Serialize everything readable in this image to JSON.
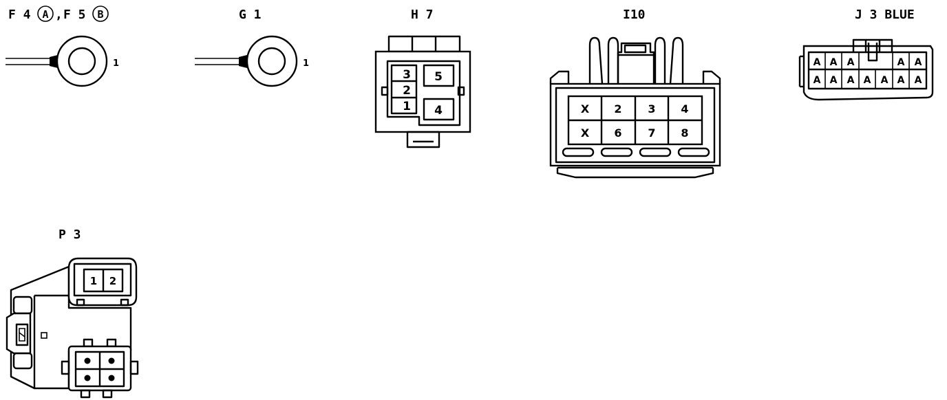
{
  "connectors": {
    "f4f5": {
      "prefix_a": "F 4",
      "circle_a": "A",
      "sep": ",",
      "prefix_b": "F 5",
      "circle_b": "B",
      "pin": "1"
    },
    "g1": {
      "label": "G 1",
      "pin": "1"
    },
    "h7": {
      "label": "H 7",
      "pins": [
        "3",
        "2",
        "1",
        "5",
        "4"
      ]
    },
    "i10": {
      "label": "I10",
      "row1": [
        "X",
        "2",
        "3",
        "4"
      ],
      "row2": [
        "X",
        "6",
        "7",
        "8"
      ]
    },
    "j3": {
      "label": "J 3 BLUE",
      "row1": [
        "A",
        "A",
        "A",
        "A",
        "A"
      ],
      "row2": [
        "A",
        "A",
        "A",
        "A",
        "A",
        "A",
        "A"
      ]
    },
    "p3": {
      "label": "P 3",
      "pins": [
        "1",
        "2"
      ]
    }
  }
}
